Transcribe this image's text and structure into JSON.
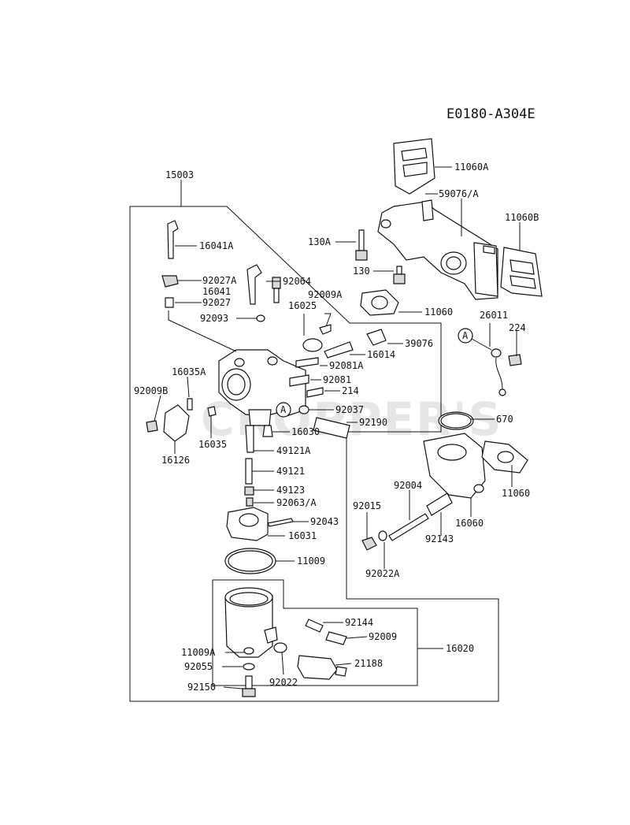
{
  "diagram_code": "E0180-A304E",
  "watermark": "CROPPER'S",
  "callout_letter": "A",
  "labels": {
    "p15003": "15003",
    "p11060A": "11060A",
    "p59076A": "59076/A",
    "p11060B": "11060B",
    "p130A": "130A",
    "p130": "130",
    "p11060a": "11060",
    "p16041A": "16041A",
    "p92027A": "92027A",
    "p16041": "16041",
    "p92064": "92064",
    "p92027": "92027",
    "p92009A": "92009A",
    "p16025": "16025",
    "p92093": "92093",
    "p26011": "26011",
    "p224": "224",
    "p39076": "39076",
    "p16014": "16014",
    "p92081A": "92081A",
    "p16035A": "16035A",
    "p92081": "92081",
    "p92009B": "92009B",
    "p214": "214",
    "p92037": "92037",
    "p670": "670",
    "p92190": "92190",
    "p16030": "16030",
    "p16035": "16035",
    "p16126": "16126",
    "p49121A": "49121A",
    "p92004": "92004",
    "p49121": "49121",
    "p11060b": "11060",
    "p92015": "92015",
    "p49123": "49123",
    "p92063A": "92063/A",
    "p16060": "16060",
    "p92043": "92043",
    "p92143": "92143",
    "p16031": "16031",
    "p11009": "11009",
    "p92022A": "92022A",
    "p92144": "92144",
    "p92009": "92009",
    "p16020": "16020",
    "p11009A": "11009A",
    "p21188": "21188",
    "p92055": "92055",
    "p92022": "92022",
    "p92150": "92150"
  }
}
